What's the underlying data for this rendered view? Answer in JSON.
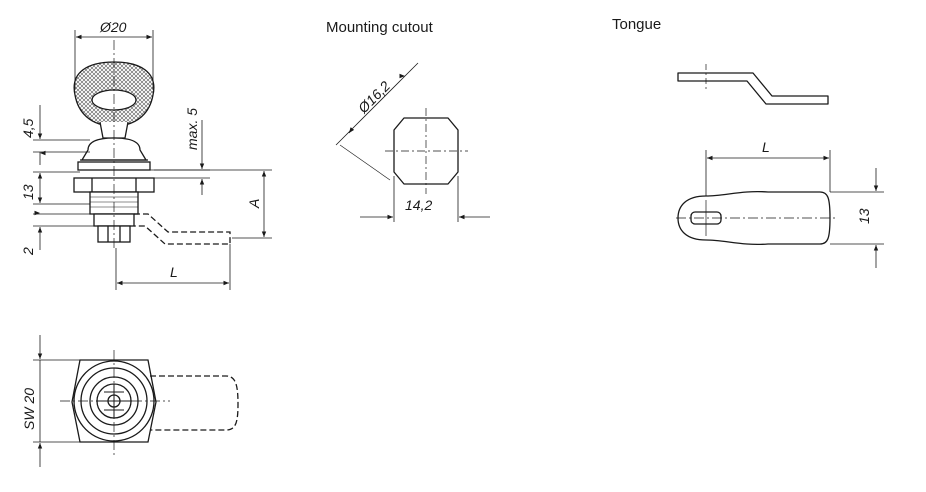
{
  "titles": {
    "mounting_cutout": "Mounting cutout",
    "tongue": "Tongue"
  },
  "dims": {
    "key_diameter": "Ø20",
    "head_height": "4,5",
    "body_length": "13",
    "tongue_thickness": "2",
    "max_panel": "max. 5",
    "a": "A",
    "l_lock": "L",
    "cutout_diameter": "Ø16,2",
    "cutout_flat": "14,2",
    "tongue_length": "L",
    "tongue_width": "13",
    "wrench_size": "SW 20"
  },
  "colors": {
    "line": "#1a1a1a",
    "hatch": "#555555"
  }
}
